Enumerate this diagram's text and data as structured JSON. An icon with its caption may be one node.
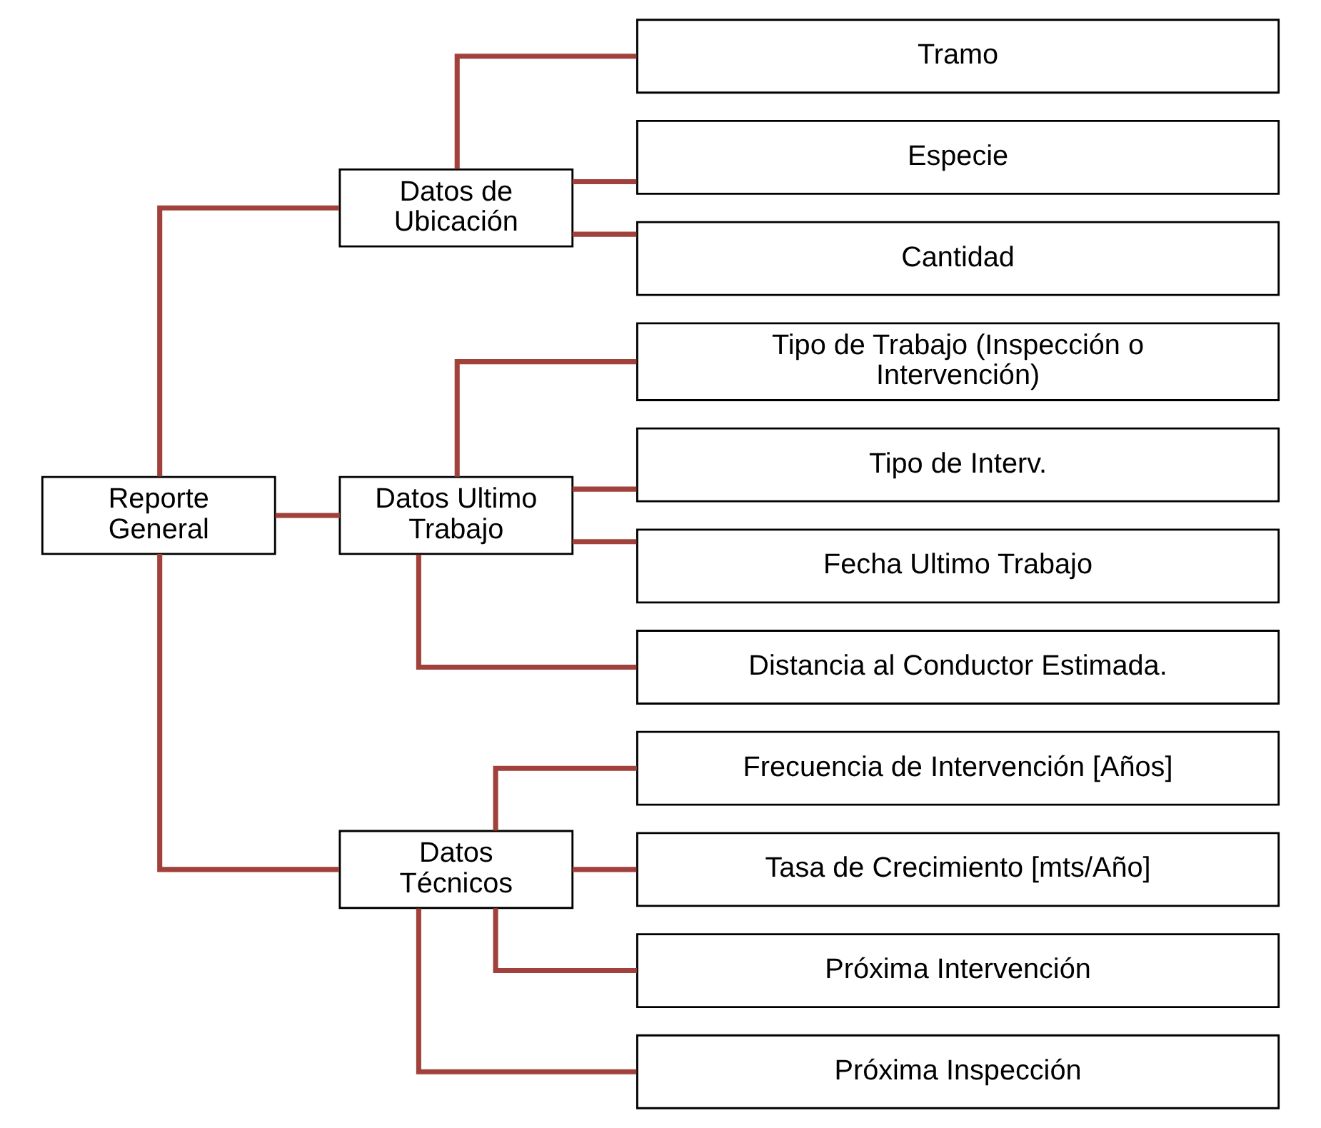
{
  "diagram": {
    "nodes": [
      {
        "text": [
          "Reporte General"
        ]
      },
      {
        "text": [
          "Datos de Ubicación"
        ]
      },
      {
        "text": [
          "Datos Ultimo Trabajo"
        ]
      },
      {
        "text": [
          "Datos Técnicos"
        ]
      },
      {
        "text": [
          "Tramo"
        ]
      },
      {
        "text": [
          "Especie"
        ]
      },
      {
        "text": [
          "Cantidad"
        ]
      },
      {
        "text": [
          "Tipo de Trabajo (Inspección o Intervención)"
        ]
      },
      {
        "text": [
          "Tipo de Interv."
        ]
      },
      {
        "text": [
          "Fecha Ultimo Trabajo"
        ]
      },
      {
        "text": [
          "Distancia al Conductor Estimada."
        ]
      },
      {
        "text": [
          "Frecuencia de Intervención [Años]"
        ]
      },
      {
        "text": [
          "Tasa de Crecimiento [mts/Año]"
        ]
      },
      {
        "text": [
          "Próxima Intervención"
        ]
      },
      {
        "text": [
          "Próxima Inspección"
        ]
      }
    ],
    "edges": [
      {
        "from": 0,
        "to": 1,
        "arrow": "none"
      },
      {
        "from": 0,
        "to": 2,
        "arrow": "none"
      },
      {
        "from": 0,
        "to": 3,
        "arrow": "none"
      },
      {
        "from": 1,
        "to": 4,
        "arrow": "none"
      },
      {
        "from": 1,
        "to": 5,
        "arrow": "none"
      },
      {
        "from": 1,
        "to": 6,
        "arrow": "none"
      },
      {
        "from": 2,
        "to": 7,
        "arrow": "none"
      },
      {
        "from": 2,
        "to": 8,
        "arrow": "none"
      },
      {
        "from": 2,
        "to": 9,
        "arrow": "none"
      },
      {
        "from": 2,
        "to": 10,
        "arrow": "none"
      },
      {
        "from": 3,
        "to": 11,
        "arrow": "none"
      },
      {
        "from": 3,
        "to": 12,
        "arrow": "none"
      },
      {
        "from": 3,
        "to": 13,
        "arrow": "none"
      },
      {
        "from": 3,
        "to": 14,
        "arrow": "none"
      }
    ]
  }
}
